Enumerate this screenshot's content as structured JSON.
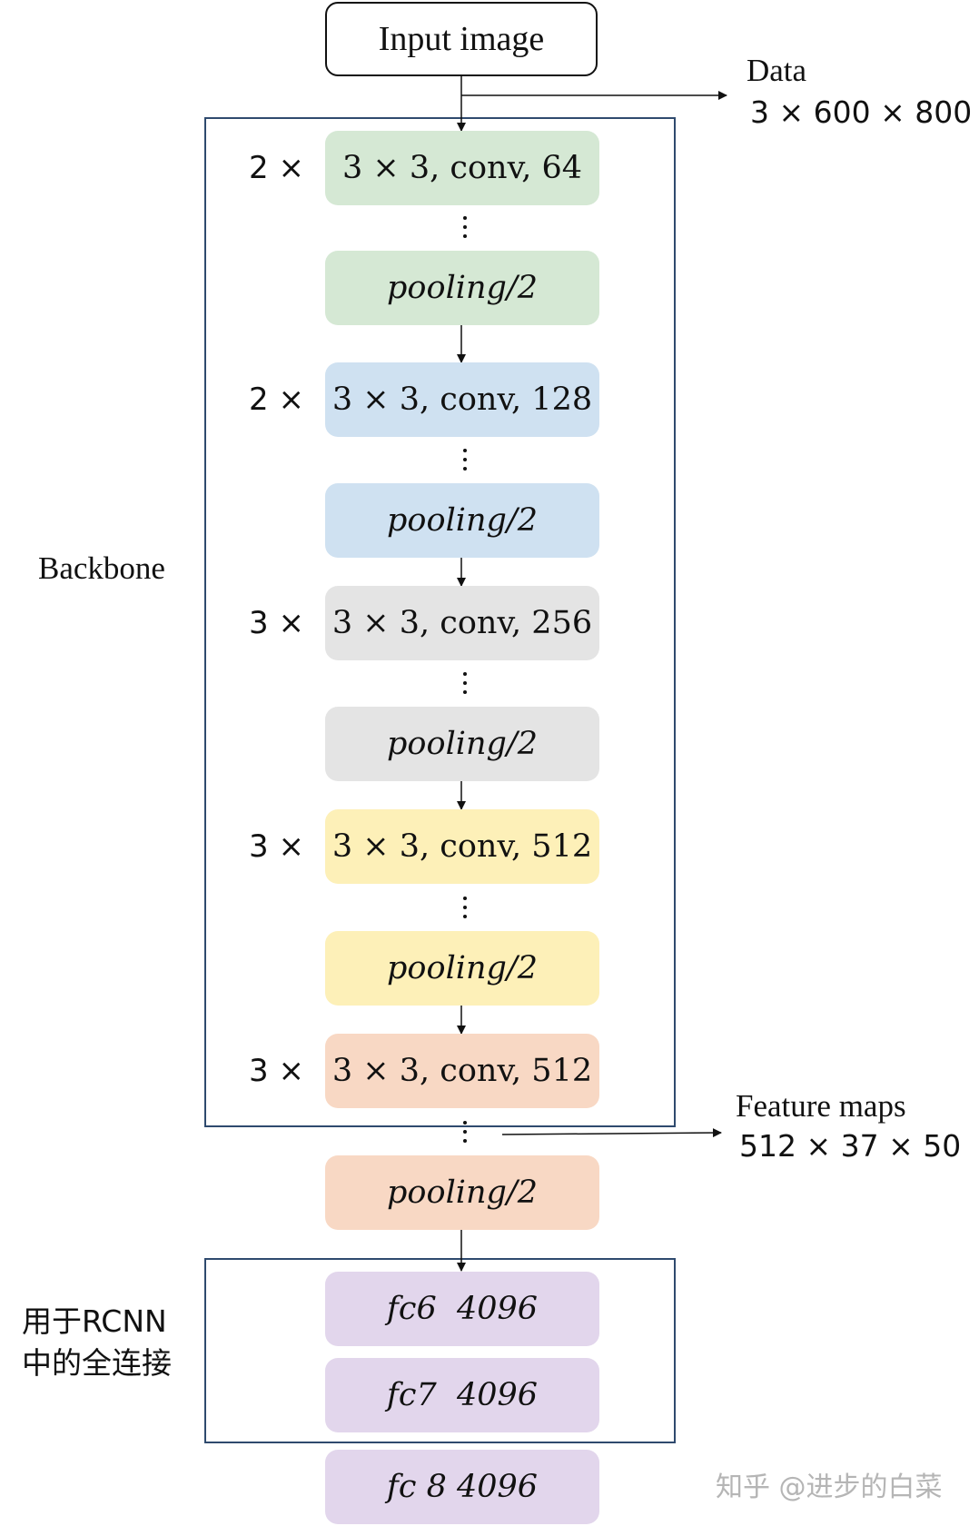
{
  "input": {
    "label": "Input image"
  },
  "data_annotation": {
    "title": "Data",
    "dims": "3 × 600 × 800"
  },
  "backbone_label": "Backbone",
  "blocks": [
    {
      "repeat": "2 ×",
      "conv": "3 × 3, conv, 64",
      "pool": "pooling/2",
      "color": "#d5e8d4"
    },
    {
      "repeat": "2 ×",
      "conv": "3 × 3, conv, 128",
      "pool": "pooling/2",
      "color": "#cfe1f1"
    },
    {
      "repeat": "3 ×",
      "conv": "3 × 3, conv, 256",
      "pool": "pooling/2",
      "color": "#e4e4e4"
    },
    {
      "repeat": "3 ×",
      "conv": "3 × 3, conv, 512",
      "pool": "pooling/2",
      "color": "#fdf0b8"
    },
    {
      "repeat": "3 ×",
      "conv": "3 × 3, conv, 512",
      "pool": "pooling/2",
      "color": "#f8d8c4"
    }
  ],
  "feature_annotation": {
    "title": "Feature maps",
    "dims": "512 × 37 × 50"
  },
  "fc_group_label": {
    "line1": "用于RCNN",
    "line2": "中的全连接"
  },
  "fc_layers": [
    {
      "label": "fc6  4096",
      "color": "#e2d6ec"
    },
    {
      "label": "fc7  4096",
      "color": "#e2d6ec"
    },
    {
      "label": "fc 8 4096",
      "color": "#e2d6ec"
    }
  ],
  "watermark": "知乎 @进步的白菜",
  "colors": {
    "frame": "#2f4a6e",
    "line": "#111111"
  }
}
